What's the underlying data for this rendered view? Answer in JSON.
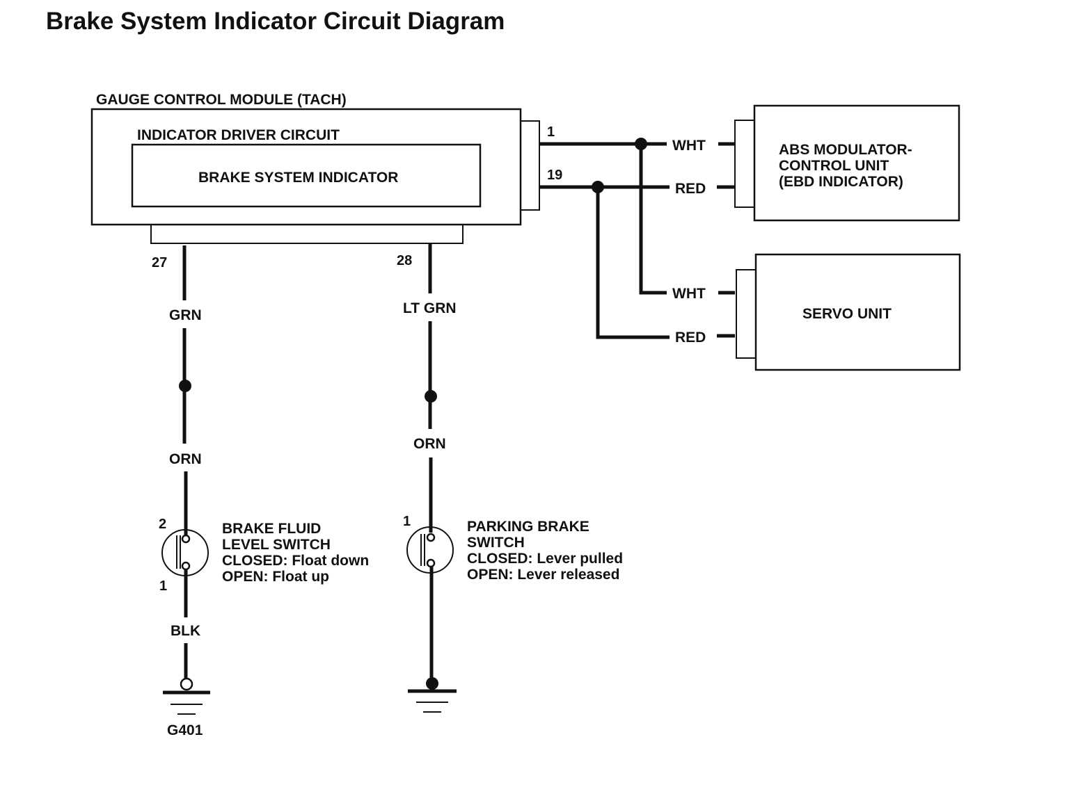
{
  "title": "Brake System Indicator Circuit Diagram",
  "gauge_module": {
    "label": "GAUGE CONTROL MODULE (TACH)",
    "driver_label": "INDICATOR DRIVER CIRCUIT",
    "indicator_label": "BRAKE SYSTEM INDICATOR"
  },
  "pins": {
    "p1": "1",
    "p19": "19",
    "p27": "27",
    "p28": "28"
  },
  "wires": {
    "wht_abs": "WHT",
    "red_abs": "RED",
    "wht_servo": "WHT",
    "red_servo": "RED",
    "grn": "GRN",
    "lt_grn": "LT GRN",
    "orn_left": "ORN",
    "orn_right": "ORN",
    "blk": "BLK"
  },
  "abs_unit": {
    "line1": "ABS MODULATOR-",
    "line2": "CONTROL UNIT",
    "line3": "(EBD INDICATOR)"
  },
  "servo_unit": {
    "label": "SERVO UNIT"
  },
  "fluid_switch": {
    "pin_top": "2",
    "pin_bottom": "1",
    "line1": "BRAKE FLUID",
    "line2": "LEVEL SWITCH",
    "line3": "CLOSED: Float down",
    "line4": "OPEN: Float up"
  },
  "parking_switch": {
    "pin_top": "1",
    "line1": "PARKING BRAKE",
    "line2": "SWITCH",
    "line3": "CLOSED: Lever pulled",
    "line4": "OPEN: Lever released"
  },
  "ground": {
    "label": "G401"
  }
}
